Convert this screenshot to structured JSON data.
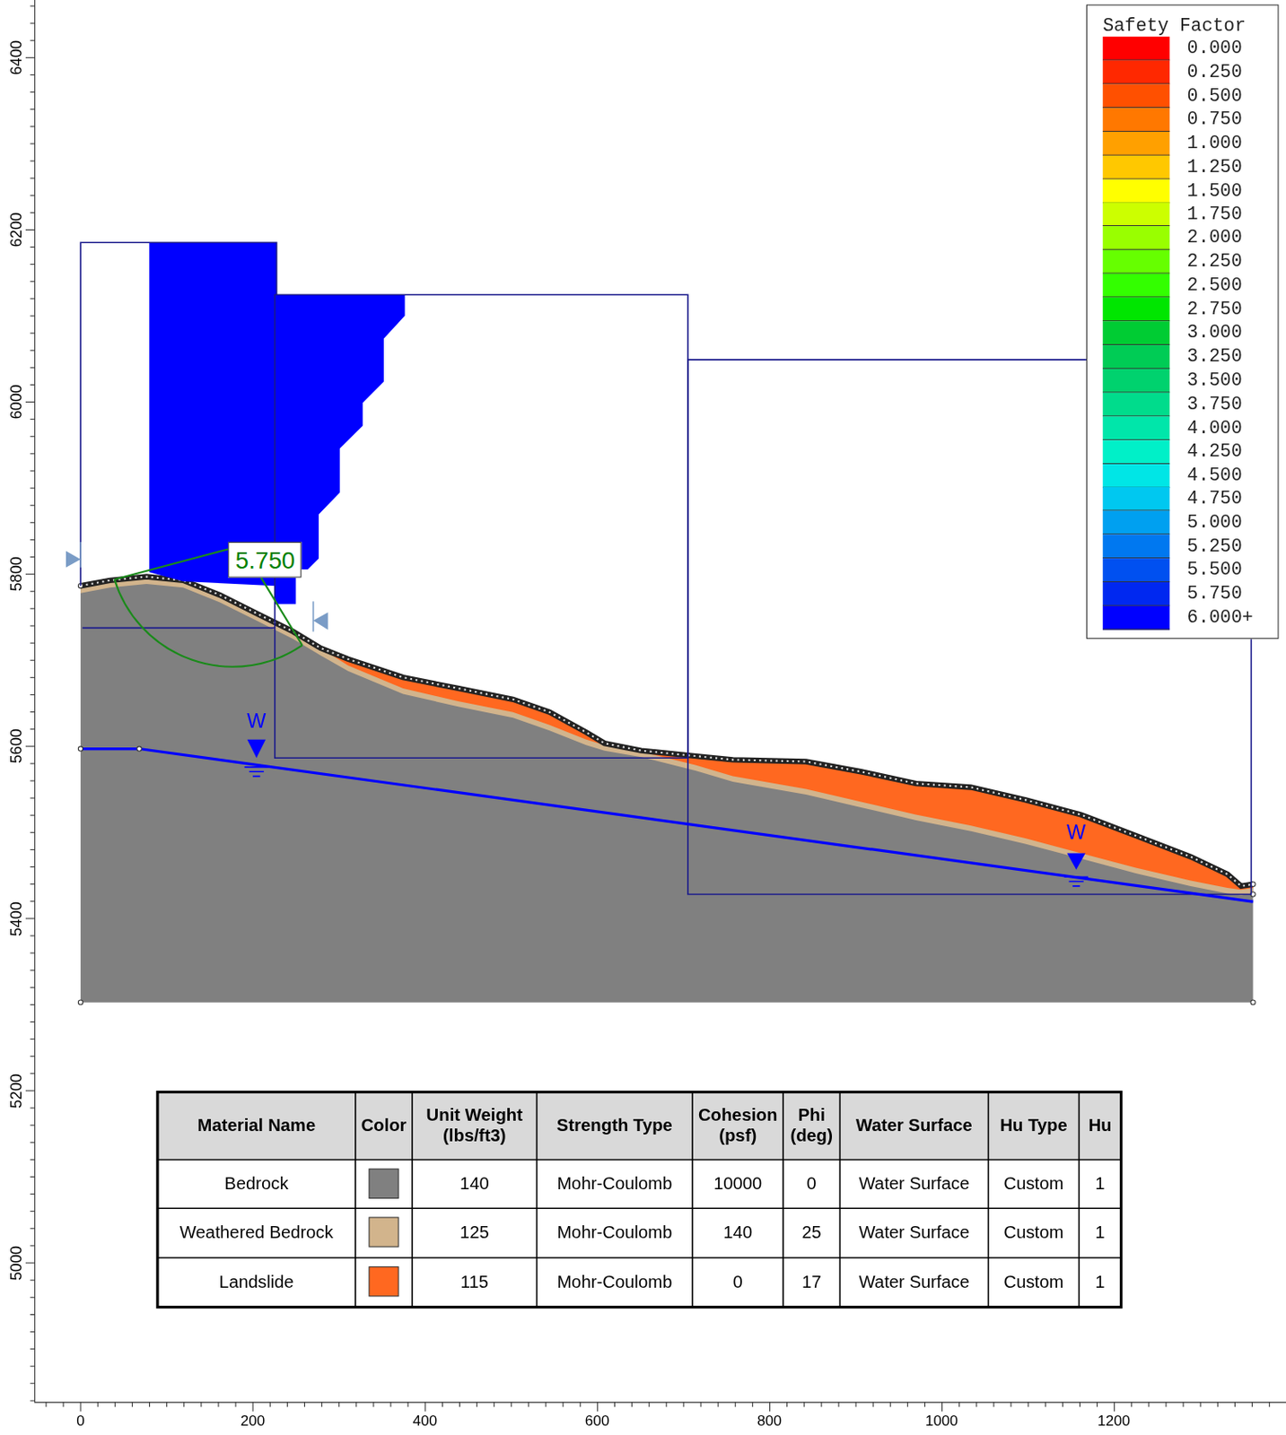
{
  "diagram": {
    "nodes": [
      {
        "text": [
          "Safety Factor"
        ]
      },
      {
        "text": [
          "5.750"
        ]
      }
    ],
    "labels": [
      "6400",
      "6200",
      "6000",
      "5800",
      "5600",
      "5400",
      "5200",
      "5000",
      "0",
      "200",
      "400",
      "600",
      "800",
      "1000",
      "1200",
      "W",
      "W",
      "Material Name",
      "Color",
      "Unit Weight (lbs/ft3)",
      "Strength Type",
      "Cohesion (psf)",
      "Phi (deg)",
      "Water Surface",
      "Hu Type",
      "Hu",
      "Bedrock",
      "140",
      "Mohr-Coulomb",
      "10000",
      "0",
      "Water Surface",
      "Custom",
      "1",
      "Weathered Bedrock",
      "125",
      "Mohr-Coulomb",
      "140",
      "25",
      "Water Surface",
      "Custom",
      "1",
      "Landslide",
      "115",
      "Mohr-Coulomb",
      "0",
      "17",
      "Water Surface",
      "Custom",
      "1"
    ],
    "legend": [
      {
        "text": "0.000",
        "color": "#ff0000"
      },
      {
        "text": "0.250",
        "color": "#ff2800"
      },
      {
        "text": "0.500",
        "color": "#ff5000"
      },
      {
        "text": "0.750",
        "color": "#ff7800"
      },
      {
        "text": "1.000",
        "color": "#ffa000"
      },
      {
        "text": "1.250",
        "color": "#ffc800"
      },
      {
        "text": "1.500",
        "color": "#ffff00"
      },
      {
        "text": "1.750",
        "color": "#ccff00"
      },
      {
        "text": "2.000",
        "color": "#99ff00"
      },
      {
        "text": "2.250",
        "color": "#66ff00"
      },
      {
        "text": "2.500",
        "color": "#33ff00"
      },
      {
        "text": "2.750",
        "color": "#00e600"
      },
      {
        "text": "3.000",
        "color": "#00cc33"
      },
      {
        "text": "3.250",
        "color": "#00cc55"
      },
      {
        "text": "3.500",
        "color": "#00d26e"
      },
      {
        "text": "3.750",
        "color": "#00dc8c"
      },
      {
        "text": "4.000",
        "color": "#00e6aa"
      },
      {
        "text": "4.250",
        "color": "#00f0c8"
      },
      {
        "text": "4.500",
        "color": "#00e6e6"
      },
      {
        "text": "4.750",
        "color": "#00c8f0"
      },
      {
        "text": "5.000",
        "color": "#00a0f0"
      },
      {
        "text": "5.250",
        "color": "#0078f0"
      },
      {
        "text": "5.500",
        "color": "#0050f0"
      },
      {
        "text": "5.750",
        "color": "#0028f0"
      },
      {
        "text": "6.000+",
        "color": "#0000ff"
      }
    ]
  }
}
